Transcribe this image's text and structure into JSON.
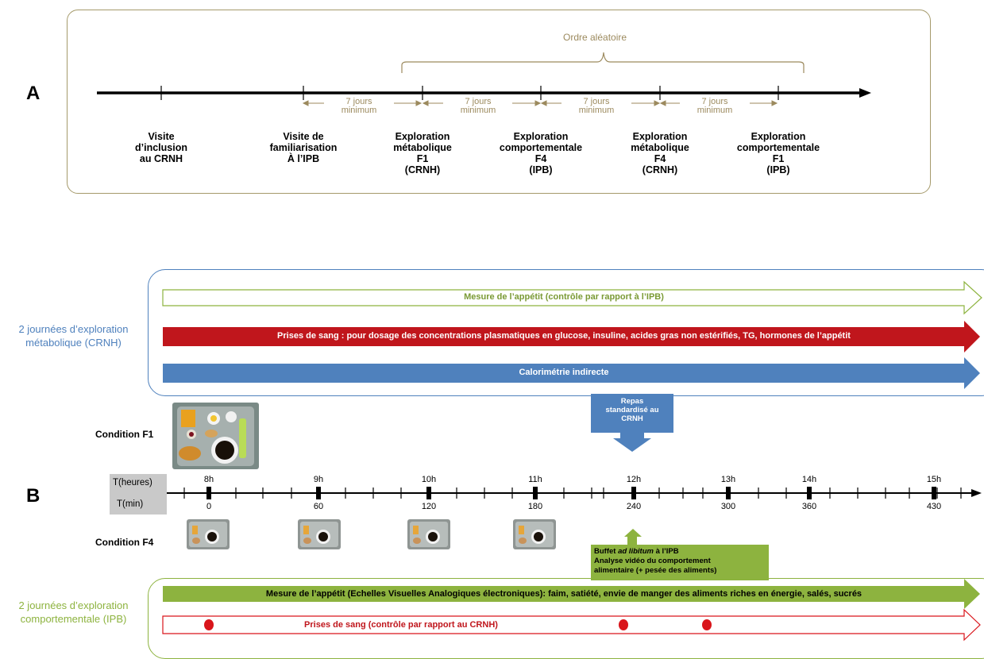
{
  "panel_a": {
    "letter": "A",
    "random_label": "Ordre aléatoire",
    "visits": [
      "Visite\nd’inclusion\nau CRNH",
      "Visite de\nfamiliarisation\nÀ l’IPB",
      "Exploration\nmétabolique\nF1\n(CRNH)",
      "Exploration\ncomportementale\nF4\n(IPB)",
      "Exploration\nmétabolique\nF4\n(CRNH)",
      "Exploration\ncomportementale\nF1\n(IPB)"
    ],
    "gaps": [
      {
        "line1": "7 jours",
        "line2": "minimum"
      },
      {
        "line1": "7 jours",
        "line2": "minimum"
      },
      {
        "line1": "7 jours",
        "line2": "minimum"
      },
      {
        "line1": "7 jours",
        "line2": "minimum"
      }
    ]
  },
  "panel_b": {
    "letter": "B",
    "metabolic_label": "2 journées d’exploration\nmétabolique (CRNH)",
    "behavioral_label": "2 journées d’exploration\ncomportementale (IPB)",
    "arrows": {
      "appetite_control": "Mesure de l’appétit (contrôle par rapport à l’IPB)",
      "blood_samples": "Prises de sang : pour dosage des concentrations  plasmatiques en glucose, insuline, acides gras non estérifiés, TG, hormones  de l’appétit",
      "calorimetry": "Calorimétrie indirecte",
      "appetite_eva": "Mesure de l’appétit (Echelles Visuelles Analogiques électroniques):  faim, satiété, envie de manger des aliments riches en énergie, salés, sucrés",
      "blood_control": "Prises de sang (contrôle par rapport au CRNH)"
    },
    "condition_f1": "Condition F1",
    "condition_f4": "Condition F4",
    "meal_callout": "Repas\nstandardisé au\nCRNH",
    "buffet_callout": {
      "prefix": "Buffet ",
      "italic": "ad libitum",
      "suffix": " à l’IPB",
      "line2": "Analyse vidéo du comportement",
      "line3": "alimentaire (+ pesée des aliments)"
    },
    "axis": {
      "hours_label": "T(heures)",
      "minutes_label": "T(min)",
      "hours": [
        "8h",
        "9h",
        "10h",
        "11h",
        "12h",
        "13h",
        "14h",
        "15h"
      ],
      "minutes": [
        "0",
        "60",
        "120",
        "180",
        "240",
        "300",
        "360",
        "430"
      ]
    }
  },
  "colors": {
    "frame_a": "#a59a6b",
    "timeline_text_a": "#9c8a5e",
    "metabolic_blue": "#4f81bd",
    "behavioral_green": "#8db33f",
    "blood_red": "#c0161c",
    "dot_red": "#d9151b"
  }
}
